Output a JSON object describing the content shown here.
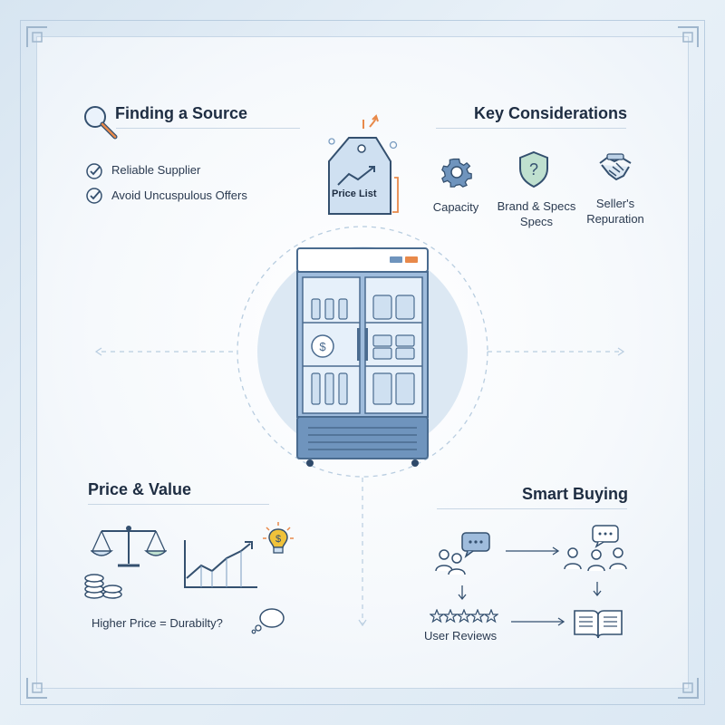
{
  "finding_source": {
    "title": "Finding a Source",
    "items": [
      "Reliable Supplier",
      "Avoid Uncuspulous Offers"
    ]
  },
  "price_tag": {
    "label": "Price List"
  },
  "key_considerations": {
    "title": "Key Considerations",
    "items": [
      {
        "label": "Capacity",
        "icon": "gear-icon"
      },
      {
        "label": "Brand & Specs\nSpecs",
        "icon": "shield-question-icon"
      },
      {
        "label": "Seller's\nRepuration",
        "icon": "handshake-icon"
      }
    ]
  },
  "price_value": {
    "title": "Price & Value",
    "caption": "Higher Price = Durabilty?"
  },
  "smart_buying": {
    "title": "Smart Buying",
    "reviews_label": "User Reviews"
  },
  "colors": {
    "accent_blue": "#5b86b5",
    "orange": "#e8894a",
    "teal": "#3f8f8a",
    "yellow": "#f0c23a"
  }
}
